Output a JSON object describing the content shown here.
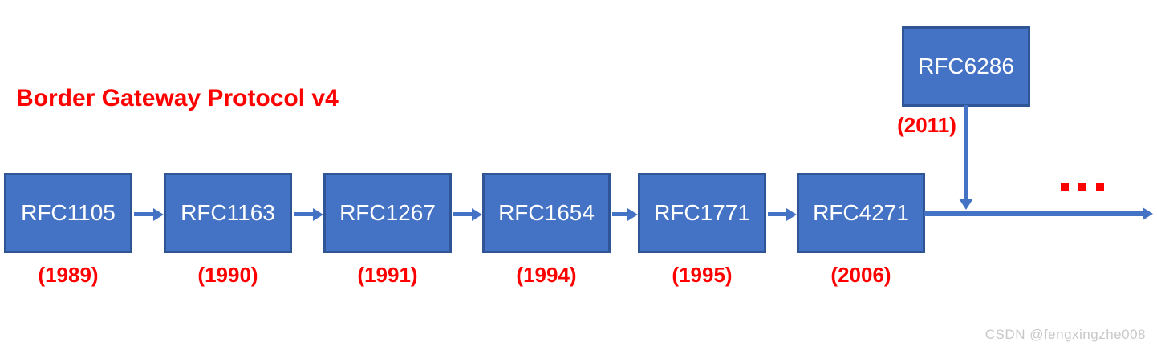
{
  "title": "Border Gateway Protocol v4",
  "timeline": {
    "nodes": [
      {
        "label": "RFC1105",
        "year": "(1989)"
      },
      {
        "label": "RFC1163",
        "year": "(1990)"
      },
      {
        "label": "RFC1267",
        "year": "(1991)"
      },
      {
        "label": "RFC1654",
        "year": "(1994)"
      },
      {
        "label": "RFC1771",
        "year": "(1995)"
      },
      {
        "label": "RFC4271",
        "year": "(2006)"
      }
    ],
    "branch_node": {
      "label": "RFC6286",
      "year": "(2011)"
    },
    "ellipsis_label": "..."
  },
  "watermark": "CSDN @fengxingzhe008",
  "colors": {
    "box_fill": "#4472c4",
    "box_border": "#2f5597",
    "arrow": "#4472c4",
    "accent_red": "#ff0000",
    "watermark": "#c8c8c8"
  }
}
